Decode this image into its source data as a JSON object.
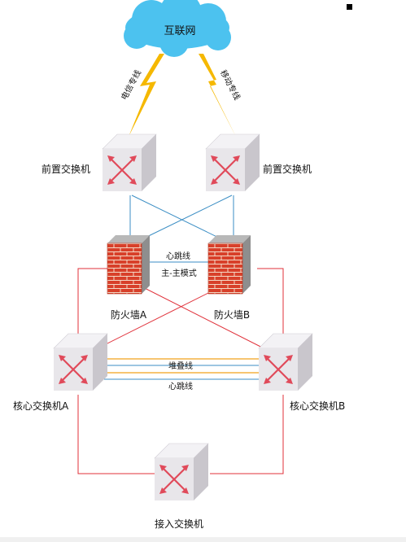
{
  "internet": {
    "label": "互联网"
  },
  "links": {
    "telecom": "电信专线",
    "mobile": "移动专线",
    "heartbeat_fw": "心跳线",
    "mode": "主-主模式",
    "stack": "堆叠线",
    "heartbeat_core": "心跳线"
  },
  "devices": {
    "front_switch_left": "前置交换机",
    "front_switch_right": "前置交换机",
    "firewall_a": "防火墙A",
    "firewall_b": "防火墙B",
    "core_switch_a": "核心交换机A",
    "core_switch_b": "核心交换机B",
    "access_switch": "接入交换机"
  },
  "colors": {
    "cloud": "#4cc2ef",
    "lightning": "#f5b800",
    "blue_link": "#3b8ec4",
    "red_link": "#e0313a",
    "stack_link": "#f2a21b",
    "switch_face": "#e8e6ea",
    "switch_side": "#c9c6cc",
    "arrow": "#e04a5a"
  }
}
